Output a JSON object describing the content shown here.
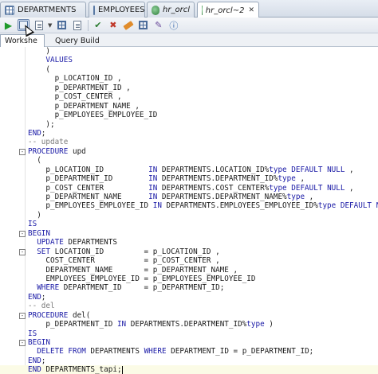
{
  "tabs": [
    {
      "label": "DEPARTMENTS",
      "icon": "table-icon",
      "italic": false
    },
    {
      "label": "EMPLOYEES",
      "icon": "table-icon",
      "italic": false
    },
    {
      "label": "hr_orcl",
      "icon": "database-icon",
      "italic": true
    },
    {
      "label": "hr_orcl~2",
      "icon": "database-icon",
      "italic": true
    }
  ],
  "subtabs": {
    "worksheet": "Workshe",
    "query_builder": "Query Build"
  },
  "toolbar_icons": [
    "run-statement-icon",
    "run-script-icon",
    "explain-plan-icon",
    "autotrace-icon",
    "sql-tuning-icon",
    "commit-icon",
    "rollback-icon",
    "clear-icon",
    "history-icon",
    "format-icon",
    "info-icon"
  ],
  "code_lines": [
    {
      "text": "    )",
      "fold": "",
      "current": false
    },
    {
      "text": "    VALUES",
      "fold": "",
      "current": false
    },
    {
      "text": "    (",
      "fold": "",
      "current": false
    },
    {
      "text": "      p_LOCATION_ID ,",
      "fold": "",
      "current": false
    },
    {
      "text": "      p_DEPARTMENT_ID ,",
      "fold": "",
      "current": false
    },
    {
      "text": "      p_COST_CENTER ,",
      "fold": "",
      "current": false
    },
    {
      "text": "      p_DEPARTMENT_NAME ,",
      "fold": "",
      "current": false
    },
    {
      "text": "      p_EMPLOYEES_EMPLOYEE_ID",
      "fold": "",
      "current": false
    },
    {
      "text": "    );",
      "fold": "",
      "current": false
    },
    {
      "text": "END;",
      "fold": "",
      "current": false
    },
    {
      "text": "-- update",
      "fold": "",
      "current": false
    },
    {
      "text": "PROCEDURE upd",
      "fold": "-",
      "current": false
    },
    {
      "text": "  (",
      "fold": "",
      "current": false
    },
    {
      "text": "    p_LOCATION_ID          IN DEPARTMENTS.LOCATION_ID%type DEFAULT NULL ,",
      "fold": "",
      "current": false
    },
    {
      "text": "    p_DEPARTMENT_ID        IN DEPARTMENTS.DEPARTMENT_ID%type ,",
      "fold": "",
      "current": false
    },
    {
      "text": "    p_COST_CENTER          IN DEPARTMENTS.COST_CENTER%type DEFAULT NULL ,",
      "fold": "",
      "current": false
    },
    {
      "text": "    p_DEPARTMENT_NAME      IN DEPARTMENTS.DEPARTMENT_NAME%type ,",
      "fold": "",
      "current": false
    },
    {
      "text": "    p_EMPLOYEES_EMPLOYEE_ID IN DEPARTMENTS.EMPLOYEES_EMPLOYEE_ID%type DEFAULT NULL",
      "fold": "",
      "current": false
    },
    {
      "text": "  )",
      "fold": "",
      "current": false
    },
    {
      "text": "IS",
      "fold": "",
      "current": false
    },
    {
      "text": "BEGIN",
      "fold": "-",
      "current": false
    },
    {
      "text": "  UPDATE DEPARTMENTS",
      "fold": "",
      "current": false
    },
    {
      "text": "  SET LOCATION_ID         = p_LOCATION_ID ,",
      "fold": "-",
      "current": false
    },
    {
      "text": "    COST_CENTER           = p_COST_CENTER ,",
      "fold": "",
      "current": false
    },
    {
      "text": "    DEPARTMENT_NAME       = p_DEPARTMENT_NAME ,",
      "fold": "",
      "current": false
    },
    {
      "text": "    EMPLOYEES_EMPLOYEE_ID = p_EMPLOYEES_EMPLOYEE_ID",
      "fold": "",
      "current": false
    },
    {
      "text": "  WHERE DEPARTMENT_ID     = p_DEPARTMENT_ID;",
      "fold": "",
      "current": false
    },
    {
      "text": "END;",
      "fold": "",
      "current": false
    },
    {
      "text": "-- del",
      "fold": "",
      "current": false
    },
    {
      "text": "PROCEDURE del(",
      "fold": "-",
      "current": false
    },
    {
      "text": "    p_DEPARTMENT_ID IN DEPARTMENTS.DEPARTMENT_ID%type )",
      "fold": "",
      "current": false
    },
    {
      "text": "IS",
      "fold": "",
      "current": false
    },
    {
      "text": "BEGIN",
      "fold": "-",
      "current": false
    },
    {
      "text": "  DELETE FROM DEPARTMENTS WHERE DEPARTMENT_ID = p_DEPARTMENT_ID;",
      "fold": "",
      "current": false
    },
    {
      "text": "END;",
      "fold": "",
      "current": false
    },
    {
      "text": "END DEPARTMENTS_tapi;",
      "fold": "",
      "current": true
    }
  ],
  "colors": {
    "keyword": "#1a1aa6",
    "comment": "#7a7a7a",
    "run_green": "#1f9a2a"
  }
}
